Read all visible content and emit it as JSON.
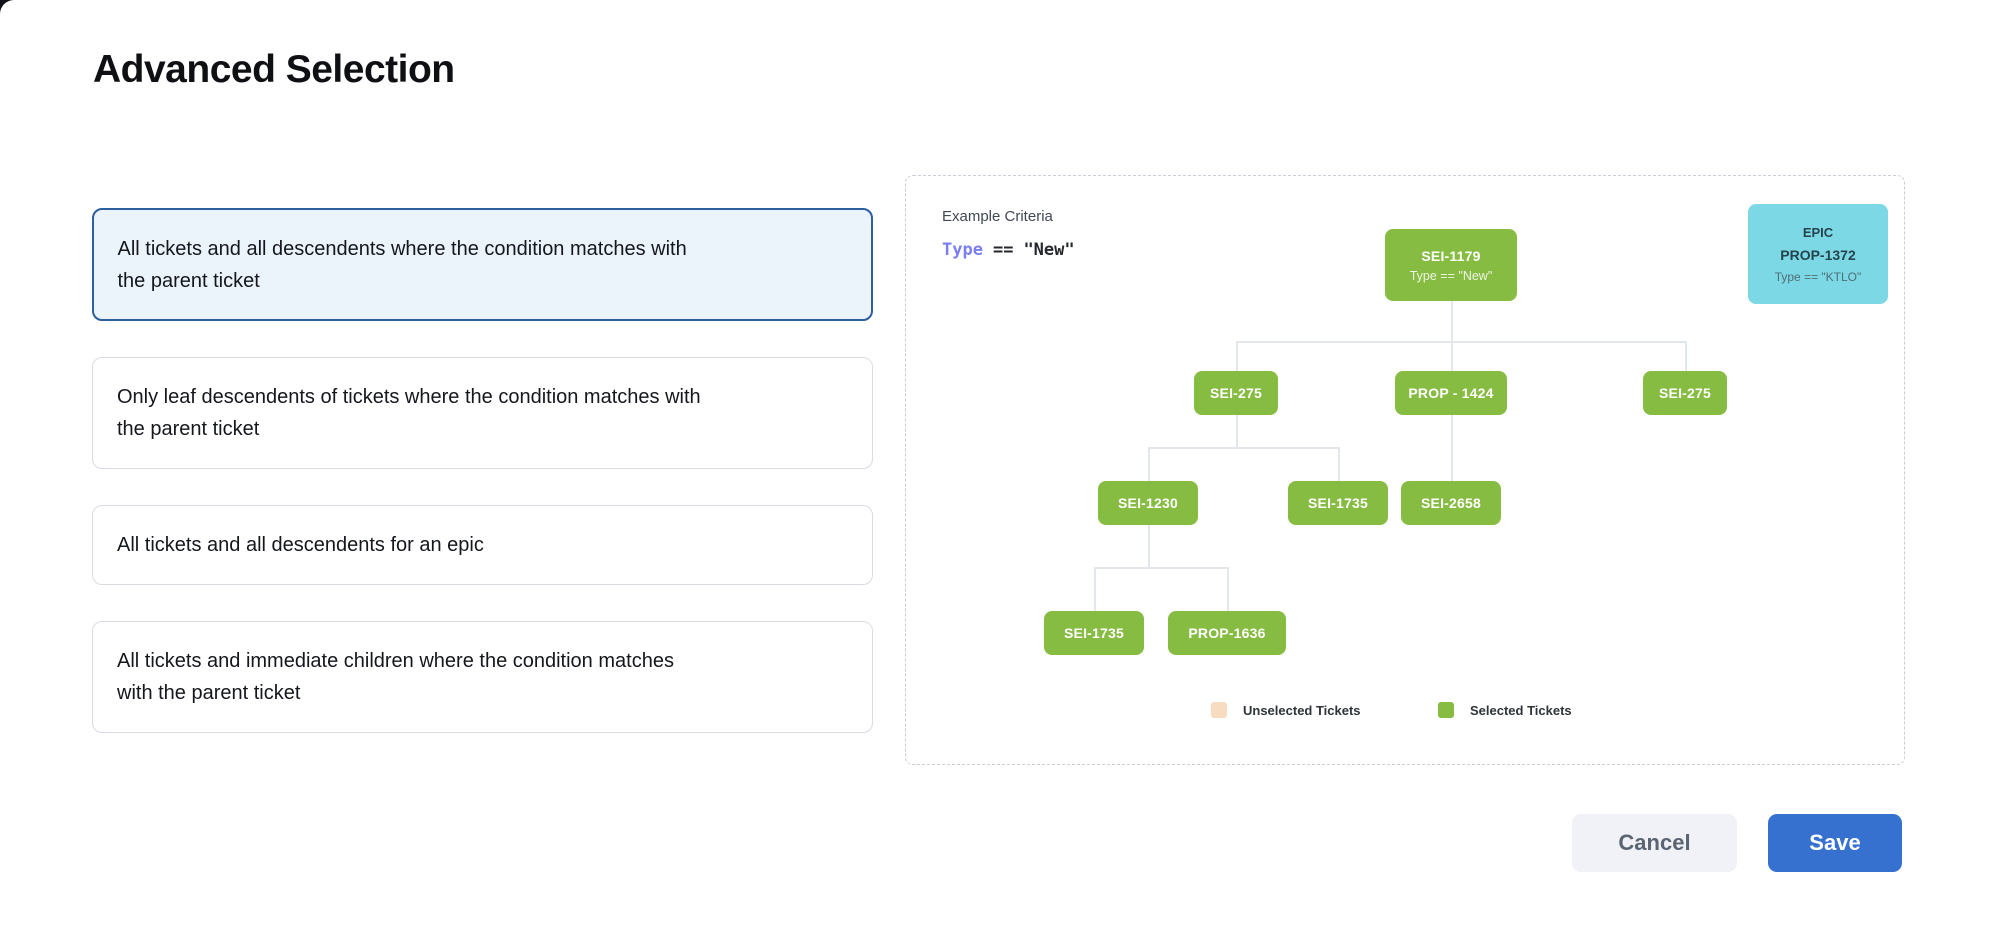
{
  "page": {
    "title": "Advanced Selection"
  },
  "options": [
    {
      "label": "All tickets and all descendents where the condition matches with the parent ticket",
      "selected": true
    },
    {
      "label": "Only leaf descendents of tickets where the condition matches with the parent ticket",
      "selected": false
    },
    {
      "label": "All tickets and all descendents for an epic",
      "selected": false
    },
    {
      "label": "All tickets and immediate children where the condition matches with the parent ticket",
      "selected": false
    }
  ],
  "preview": {
    "criteria_label": "Example Criteria",
    "criteria": {
      "field": "Type",
      "operator": "==",
      "value": "\"New\""
    },
    "epic_card": {
      "type_label": "EPIC",
      "id": "PROP-1372",
      "condition": "Type == \"KTLO\""
    },
    "tree": {
      "root": {
        "id": "SEI-1179",
        "condition": "Type == \"New\""
      },
      "level2": [
        "SEI-275",
        "PROP - 1424",
        "SEI-275"
      ],
      "level3": [
        "SEI-1230",
        "SEI-1735",
        "SEI-2658"
      ],
      "level4": [
        "SEI-1735",
        "PROP-1636"
      ]
    },
    "legend": [
      {
        "label": "Unselected Tickets",
        "color": "#f7dcc1"
      },
      {
        "label": "Selected Tickets",
        "color": "#86bc42"
      }
    ]
  },
  "footer": {
    "cancel_label": "Cancel",
    "save_label": "Save"
  },
  "colors": {
    "selected_node_green": "#86bc42",
    "epic_node_cyan": "#7cd8e5",
    "unselected_node_peach": "#f7dcc1",
    "selected_card_border": "#2d5e9e",
    "selected_card_bg": "#ecf4fb",
    "criteria_field_purple": "#7a7ef0",
    "save_button_blue": "#3671d0"
  }
}
